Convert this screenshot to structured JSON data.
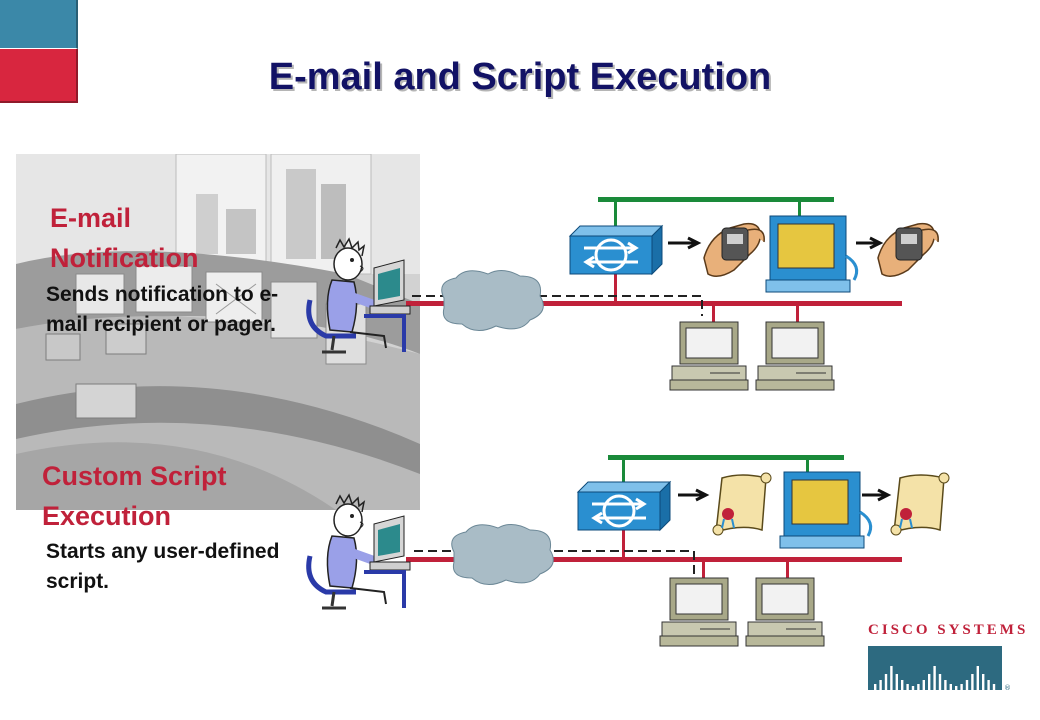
{
  "slide": {
    "title": "E-mail and Script Execution",
    "corner_colors": {
      "top": "#3b88a8",
      "bottom": "#d8263f"
    }
  },
  "email_section": {
    "heading": "E-mail Notification",
    "description": "Sends notification to e-mail recipient or pager."
  },
  "script_section": {
    "heading": "Custom Script Execution",
    "description": "Starts any user-defined script."
  },
  "logo": {
    "text": "CISCO SYSTEMS"
  },
  "colors": {
    "title": "#121265",
    "heading": "#c0213a",
    "red_bus": "#c0213a",
    "green_bus": "#1a8a3a",
    "router": "#2a8fd0",
    "cloud": "#a9bcc6"
  }
}
